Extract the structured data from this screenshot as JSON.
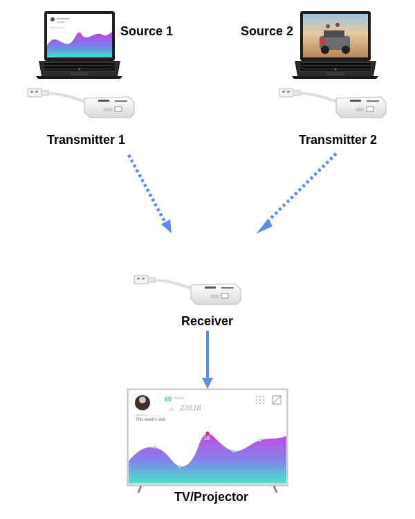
{
  "labels": {
    "source1": "Source 1",
    "source2": "Source 2",
    "transmitter1": "Transmitter 1",
    "transmitter2": "Transmitter 2",
    "receiver": "Receiver",
    "tv": "TV/Projector"
  },
  "tv_screen": {
    "stat_number": "60",
    "stat_unit": "Points",
    "stat_values": "23618",
    "username": "Catherine",
    "caption": "This week's visit",
    "peak_value": "18"
  },
  "laptop1_screen": {
    "caption": "This week's visit"
  },
  "colors": {
    "arrow_blue": "#5b8def",
    "dongle_body": "#f2f2f2",
    "laptop_body": "#2a2a2a",
    "wave_gradient_top": "#c43fe0",
    "wave_gradient_bottom": "#3fe0c8"
  },
  "icons": [
    "laptop-icon",
    "dongle-icon",
    "tv-icon",
    "arrow-icon"
  ]
}
